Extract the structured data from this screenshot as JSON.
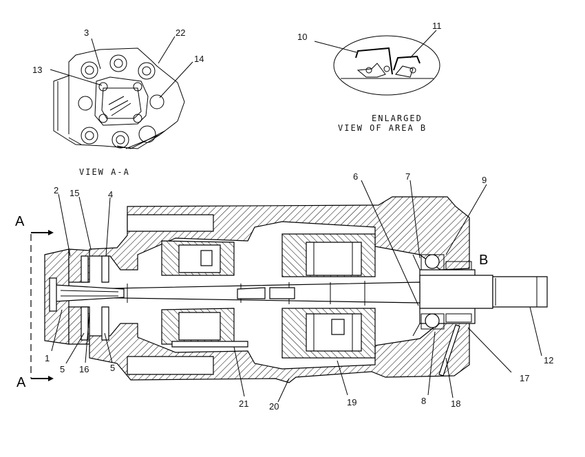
{
  "view_aa": {
    "caption": "VIEW A-A"
  },
  "enlarged": {
    "caption_line1": "ENLARGED",
    "caption_line2": "VIEW OF AREA B"
  },
  "section_marks": {
    "a_top": "A",
    "a_bottom": "A",
    "b": "B"
  },
  "callouts": {
    "c1": "1",
    "c2": "2",
    "c3": "3",
    "c4": "4",
    "c5a": "5",
    "c5b": "5",
    "c6": "6",
    "c7": "7",
    "c8": "8",
    "c9": "9",
    "c10": "10",
    "c11": "11",
    "c12": "12",
    "c13": "13",
    "c14": "14",
    "c15": "15",
    "c16": "16",
    "c17": "17",
    "c18": "18",
    "c19": "19",
    "c20": "20",
    "c21": "21",
    "c22": "22"
  }
}
